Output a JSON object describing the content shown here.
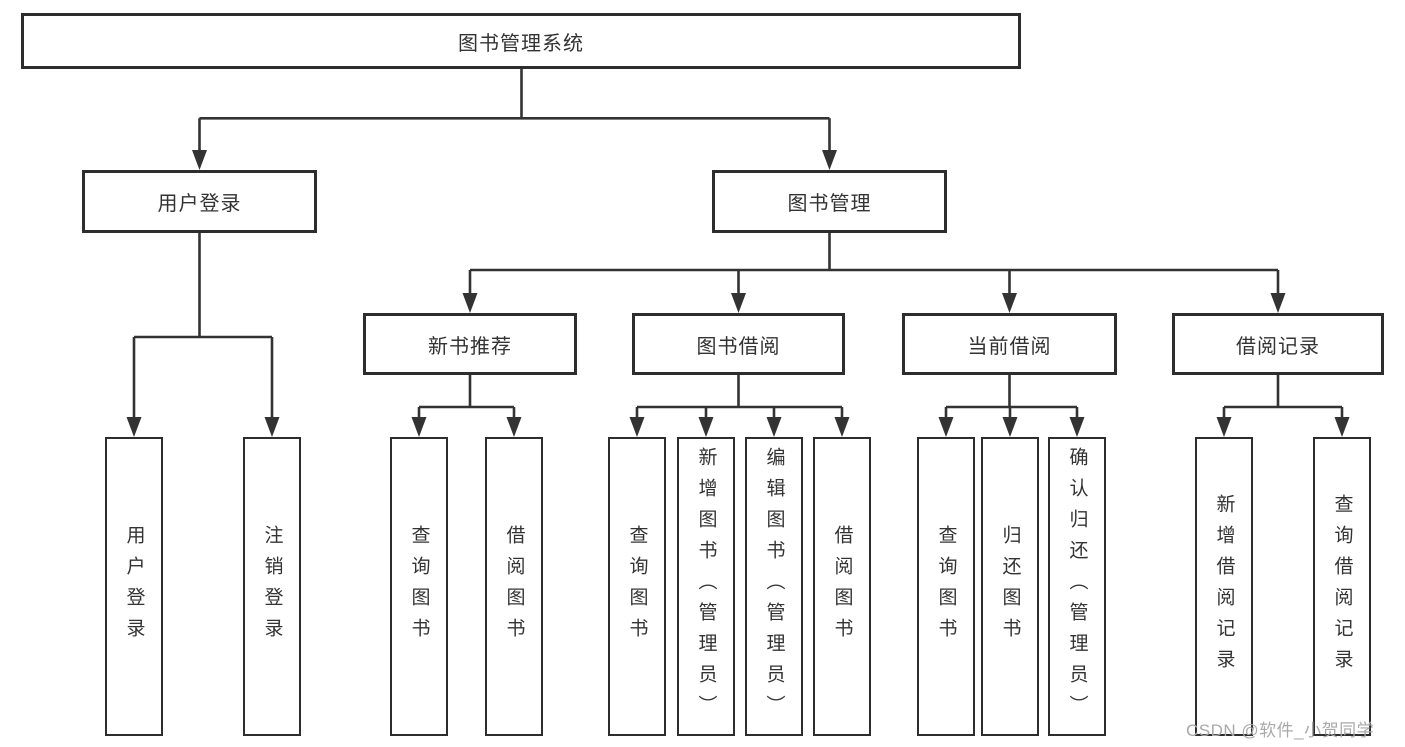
{
  "diagram": {
    "type": "tree",
    "title": "图书管理系统",
    "colors": {
      "line": "#333333",
      "box_border": "#2d2d2d",
      "box_fill": "#ffffff",
      "text": "#333333",
      "watermark": "#a9a9a9",
      "background": "#ffffff"
    },
    "root": {
      "label": "图书管理系统"
    },
    "level2": [
      {
        "label": "用户登录"
      },
      {
        "label": "图书管理"
      }
    ],
    "level3": [
      {
        "label": "新书推荐",
        "parent": "图书管理"
      },
      {
        "label": "图书借阅",
        "parent": "图书管理"
      },
      {
        "label": "当前借阅",
        "parent": "图书管理"
      },
      {
        "label": "借阅记录",
        "parent": "图书管理"
      }
    ],
    "leaves": [
      {
        "label": "用户登录",
        "parent": "用户登录"
      },
      {
        "label": "注销登录",
        "parent": "用户登录"
      },
      {
        "label": "查询图书",
        "parent": "新书推荐"
      },
      {
        "label": "借阅图书",
        "parent": "新书推荐"
      },
      {
        "label": "查询图书",
        "parent": "图书借阅"
      },
      {
        "label": "新增图书（管理员）",
        "parent": "图书借阅"
      },
      {
        "label": "编辑图书（管理员）",
        "parent": "图书借阅"
      },
      {
        "label": "借阅图书",
        "parent": "图书借阅"
      },
      {
        "label": "查询图书",
        "parent": "当前借阅"
      },
      {
        "label": "归还图书",
        "parent": "当前借阅"
      },
      {
        "label": "确认归还（管理员）",
        "parent": "当前借阅"
      },
      {
        "label": "新增借阅记录",
        "parent": "借阅记录"
      },
      {
        "label": "查询借阅记录",
        "parent": "借阅记录"
      }
    ],
    "watermark": "CSDN @软件_小贺同学"
  }
}
